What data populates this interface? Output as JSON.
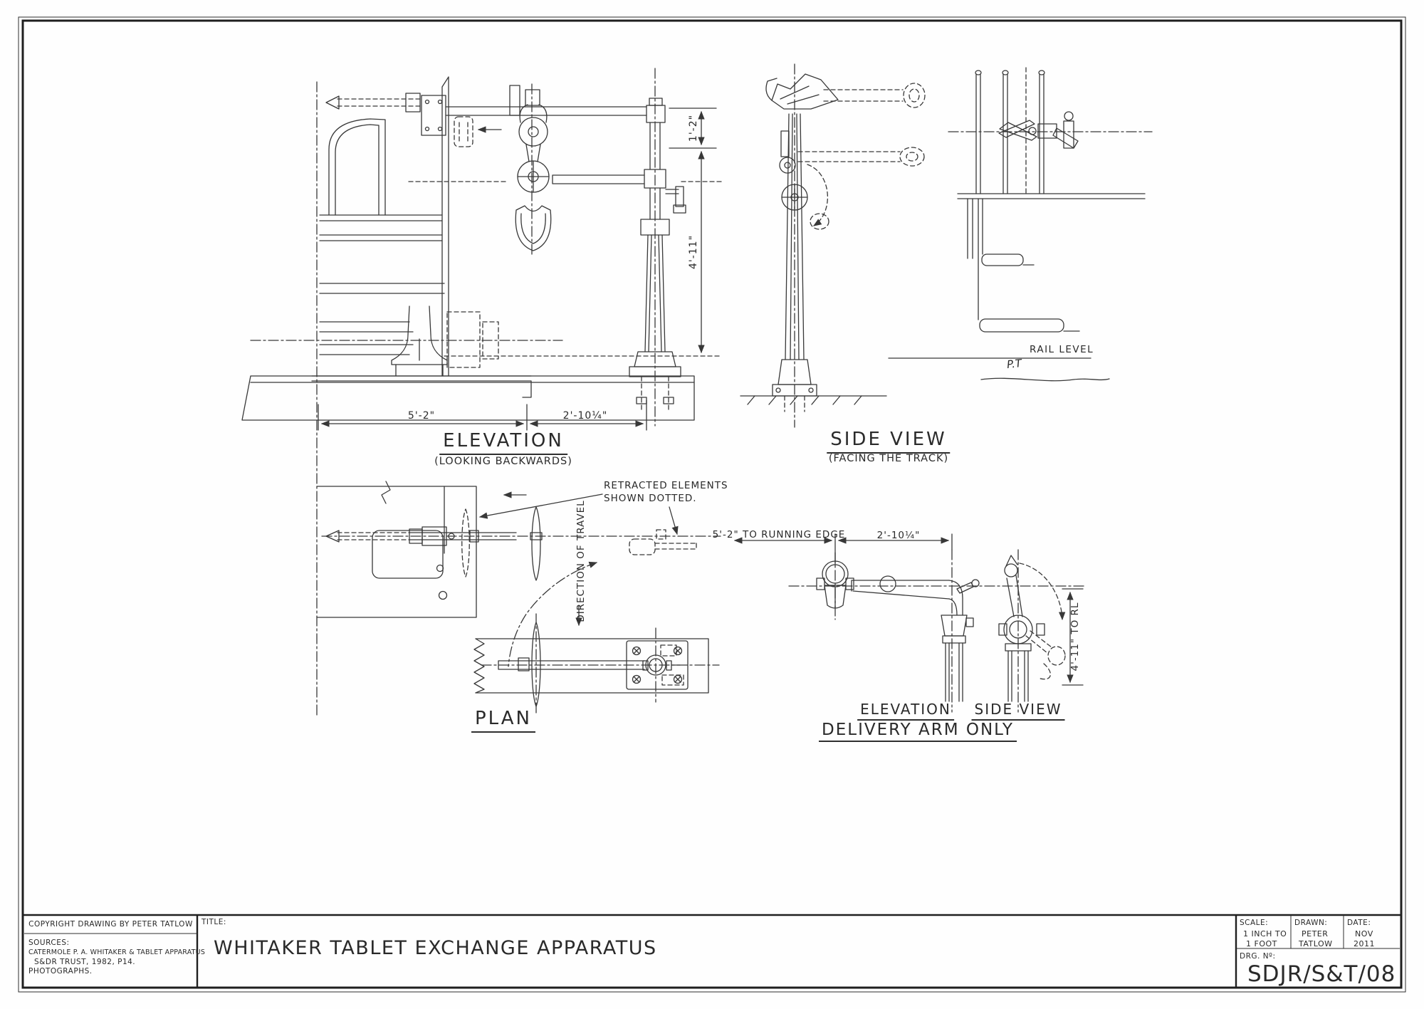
{
  "sheet": {
    "copyright": "COPYRIGHT DRAWING BY PETER TATLOW",
    "sources_label": "SOURCES:",
    "sources": [
      "CATERMOLE P. A. WHITAKER & TABLET APPARATUS",
      "S&DR TRUST, 1982, P14.",
      "PHOTOGRAPHS."
    ],
    "title_label": "TITLE:",
    "title": "WHITAKER TABLET EXCHANGE APPARATUS",
    "scale_label": "SCALE:",
    "scale": [
      "1 INCH TO",
      "1 FOOT"
    ],
    "drawn_label": "DRAWN:",
    "drawn": [
      "PETER",
      "TATLOW"
    ],
    "date_label": "DATE:",
    "date": [
      "NOV",
      "2011"
    ],
    "drg_label": "DRG. Nº:",
    "drg_no": "SDJR/S&T/08",
    "ink_color": "#383838"
  },
  "views": {
    "elevation": {
      "title": "ELEVATION",
      "subtitle": "(LOOKING BACKWARDS)",
      "dim_left": "5'-2\"",
      "dim_right": "2'-10¼\"",
      "dim_upper": "1'-2\"",
      "dim_lower": "4'-11\""
    },
    "side_view": {
      "title": "SIDE VIEW",
      "subtitle": "(FACING THE TRACK)",
      "rail_level": "RAIL LEVEL",
      "initials": "P.T"
    },
    "plan": {
      "title": "PLAN",
      "note_1": "RETRACTED ELEMENTS",
      "note_2": "SHOWN DOTTED.",
      "direction": "DIRECTION OF TRAVEL"
    },
    "delivery_arm": {
      "title": "DELIVERY ARM ONLY",
      "elevation_label": "ELEVATION",
      "side_view_label": "SIDE VIEW",
      "dim_running_edge": "5'-2\" TO RUNNING EDGE",
      "dim_width": "2'-10¼\"",
      "dim_height": "4'-11\" TO RL"
    }
  }
}
